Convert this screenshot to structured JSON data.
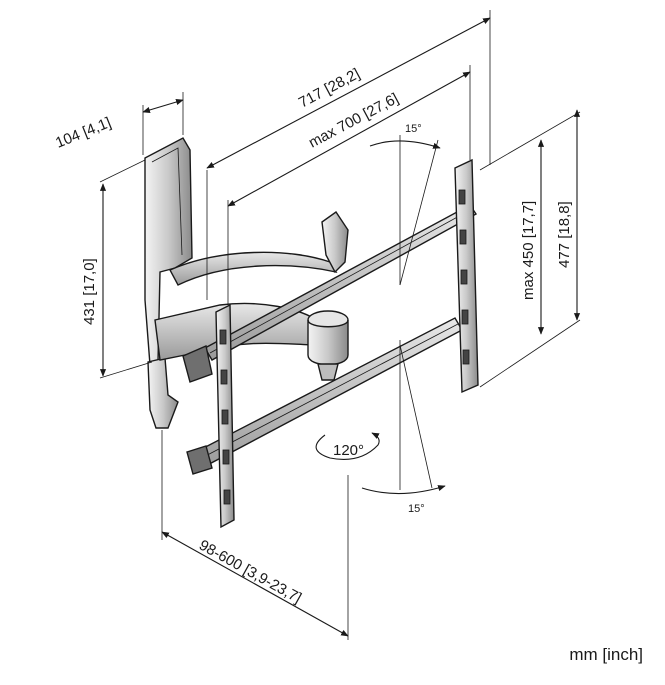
{
  "dimensions": {
    "overall_width": "717  [28,2]",
    "max_width": "max 700  [27,6]",
    "arm_depth": "104  [4,1]",
    "wall_height": "431  [17,0]",
    "max_vesa_height": "max 450  [17,7]",
    "plate_height": "477  [18,8]",
    "extension_range": "98-600  [3,9-23,7]"
  },
  "angles": {
    "tilt_top": "15°",
    "swivel": "120°",
    "tilt_bottom": "15°"
  },
  "units_label": "mm [inch]",
  "colors": {
    "line": "#1a1a1a",
    "metal_light": "#d9d9d9",
    "metal_dark": "#7a7a7a"
  }
}
